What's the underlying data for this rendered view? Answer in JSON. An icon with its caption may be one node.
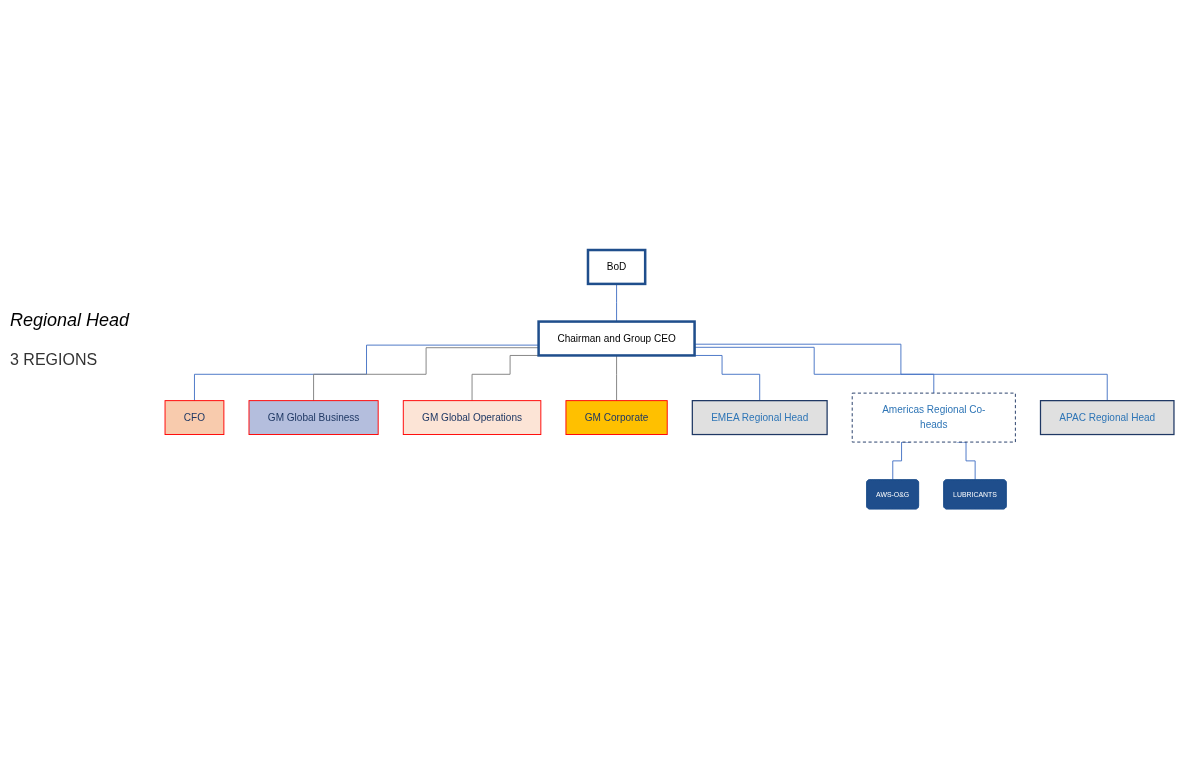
{
  "diagram": {
    "nodes": [
      {
        "text": [
          "BoD"
        ]
      },
      {
        "text": [
          "Chairman and Group CEO"
        ]
      },
      {
        "text": [
          "CFO"
        ]
      },
      {
        "text": [
          "GM Global Business"
        ]
      },
      {
        "text": [
          "GM Global Operations"
        ]
      },
      {
        "text": [
          "GM Corporate"
        ]
      },
      {
        "text": [
          "EMEA Regional Head"
        ]
      },
      {
        "text": [
          "Americas Regional Co-heads"
        ]
      },
      {
        "text": [
          "AWS-O&G"
        ]
      },
      {
        "text": [
          "LUBRICANTS"
        ]
      },
      {
        "text": [
          "APAC Regional Head"
        ]
      }
    ],
    "edges": [
      {
        "from": 0,
        "to": 1,
        "arrow": "none"
      },
      {
        "from": 1,
        "to": 2,
        "arrow": "none"
      },
      {
        "from": 1,
        "to": 3,
        "arrow": "none",
        "color": "#808080"
      },
      {
        "from": 1,
        "to": 4,
        "arrow": "none",
        "color": "#808080"
      },
      {
        "from": 1,
        "to": 5,
        "arrow": "none",
        "color": "#808080"
      },
      {
        "from": 1,
        "to": 6,
        "arrow": "none"
      },
      {
        "from": 1,
        "to": 7,
        "arrow": "none"
      },
      {
        "from": 1,
        "to": 10,
        "arrow": "none"
      },
      {
        "from": 7,
        "to": 8,
        "arrow": "none"
      },
      {
        "from": 7,
        "to": 9,
        "arrow": "none"
      }
    ],
    "labels": [
      "Regional Head",
      "3 REGIONS"
    ]
  }
}
